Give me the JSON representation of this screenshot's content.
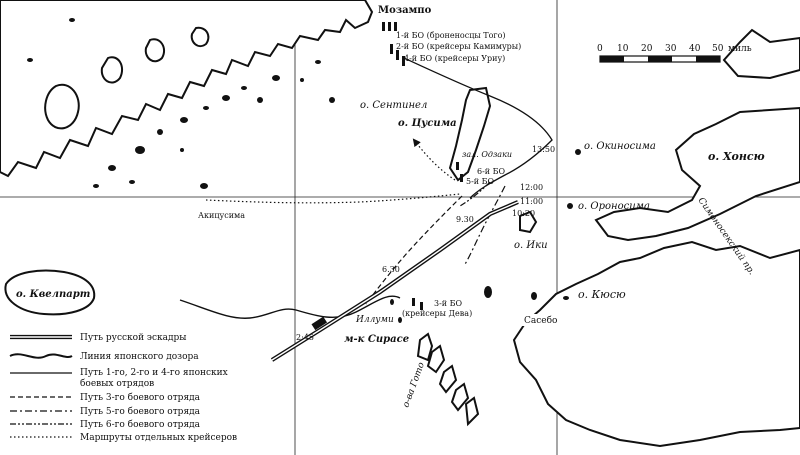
{
  "colors": {
    "ink": "#111111",
    "land": "#ffffff",
    "sea": "#ffffff"
  },
  "scale": {
    "ticks": [
      "0",
      "10",
      "20",
      "30",
      "40"
    ],
    "last_tick": "50",
    "unit": "миль"
  },
  "places": {
    "mozampo": "Мозампо",
    "sentinel": "о. Сентинел",
    "tsusima": "о. Цусима",
    "ozaki": "зал. Одзаки",
    "okinosima": "о. Окиносима",
    "honsyu": "о. Хонсю",
    "akitsusima": "Акицусима",
    "oronosima": "о. Ороносима",
    "iki": "о. Ики",
    "simonoseki": "Симоносекский пр.",
    "kvelpart": "о. Квелпарт",
    "kyusyu": "о. Кюсю",
    "sasebo": "Сасебо",
    "irlumi": "Иллуми",
    "sirase": "м-к Сирасе",
    "goto": "о-ва Гото"
  },
  "units": {
    "bo1": "1-й БО (броненосцы Того)",
    "bo2": "2-й БО (крейсеры Камимуры)",
    "bo4": "4-й БО (крейсеры Уриу)",
    "bo6": "6-й БО",
    "bo5": "5-й БО",
    "bo3": "3-й БО",
    "bo3_sub": "(крейсеры Дева)"
  },
  "times": {
    "t1350": "13:50",
    "t1200": "12:00",
    "t1100": "11:00",
    "t1020": "10:20",
    "t930": "9.30",
    "t630": "6.30",
    "t245": "2:45"
  },
  "legend": [
    {
      "label": "Путь русской эскадры",
      "style": "russian"
    },
    {
      "label": "Линия японского дозора",
      "style": "patrol"
    },
    {
      "label": "Путь 1-го, 2-го и 4-го японских",
      "label2": "боевых отрядов",
      "style": "jap124"
    },
    {
      "label": "Путь 3-го боевого отряда",
      "style": "bo3"
    },
    {
      "label": "Путь 5-го боевого отряда",
      "style": "bo5"
    },
    {
      "label": "Путь 6-го боевого отряда",
      "style": "bo6"
    },
    {
      "label": "Маршруты отдельных крейсеров",
      "style": "cruisers"
    }
  ]
}
